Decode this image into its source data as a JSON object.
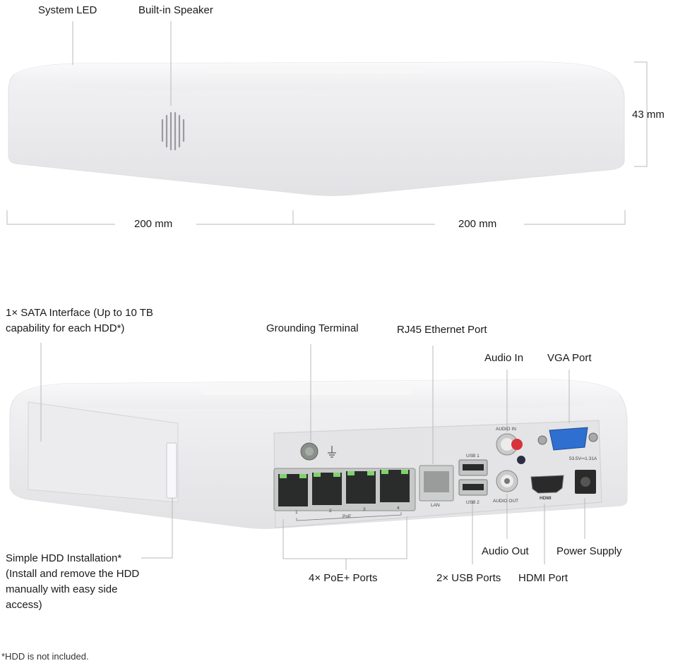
{
  "top_view": {
    "system_led": "System LED",
    "built_in_speaker": "Built-in Speaker",
    "height": "43 mm",
    "width_left": "200 mm",
    "width_right": "200 mm"
  },
  "rear_view": {
    "sata_interface": "1× SATA Interface (Up to 10 TB capability for each HDD*)",
    "grounding_terminal": "Grounding Terminal",
    "rj45_port": "RJ45 Ethernet Port",
    "audio_in": "Audio In",
    "vga_port": "VGA Port",
    "hdd_installation": "Simple HDD Installation* (Install and remove the HDD manually with easy side access)",
    "poe_ports": "4× PoE+ Ports",
    "usb_ports": "2× USB Ports",
    "audio_out": "Audio Out",
    "hdmi_port": "HDMI Port",
    "power_supply": "Power Supply"
  },
  "panel_print": {
    "lan": "LAN",
    "usb1": "USB 1",
    "usb2": "USB 2",
    "audio_in": "AUDIO IN",
    "audio_out": "AUDIO OUT",
    "hdmi": "HDMI",
    "power_rating": "53.5V⎓1.31A",
    "poe": "PoE",
    "port_numbers": [
      "1",
      "2",
      "3",
      "4"
    ]
  },
  "footnote": "*HDD is not included.",
  "colors": {
    "device_body": "#f1f1f3",
    "rear_panel": "#e4e4e6",
    "leader_line": "#b8b8b8",
    "vga_blue": "#2f6fd0",
    "audio_red": "#d8323a"
  }
}
